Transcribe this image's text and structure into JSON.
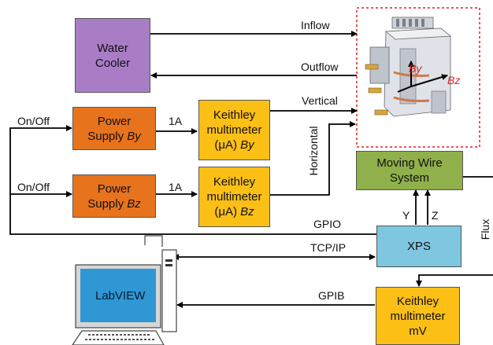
{
  "colors": {
    "water_cooler": "#a87dc6",
    "power_supply": "#e8731d",
    "keithley": "#fbbf16",
    "moving_wire": "#8fb04a",
    "xps": "#7fc6e0",
    "screen": "#2f97d3",
    "magnet_frame": "#e0201f"
  },
  "boxes": {
    "water_cooler": {
      "line1": "Water",
      "line2": "Cooler"
    },
    "power_supply_by": {
      "line1": "Power",
      "line2a": "Supply ",
      "line2b": "By"
    },
    "power_supply_bz": {
      "line1": "Power",
      "line2a": "Supply ",
      "line2b": "Bz"
    },
    "keithley_by": {
      "line1": "Keithley",
      "line2": "multimeter",
      "line3a": "(μA) ",
      "line3b": "By"
    },
    "keithley_bz": {
      "line1": "Keithley",
      "line2": "multimeter",
      "line3a": "(μA) ",
      "line3b": "Bz"
    },
    "moving_wire": {
      "line1": "Moving Wire",
      "line2": "System"
    },
    "xps": {
      "label": "XPS"
    },
    "keithley_mv": {
      "line1": "Keithley",
      "line2": "multimeter",
      "line3": "mV"
    }
  },
  "labels": {
    "inflow": "Inflow",
    "outflow": "Outflow",
    "vertical": "Vertical",
    "horizontal": "Horizontal",
    "on_off_top": "On/Off",
    "on_off_bottom": "On/Off",
    "current_top": "1A",
    "current_bottom": "1A",
    "gpio": "GPIO",
    "tcp_ip": "TCP/IP",
    "gpib": "GPIB",
    "flux": "Flux",
    "y_axis": "Y",
    "z_axis": "Z",
    "field_by": "By",
    "field_bz": "Bz",
    "labview": "LabVIEW"
  }
}
